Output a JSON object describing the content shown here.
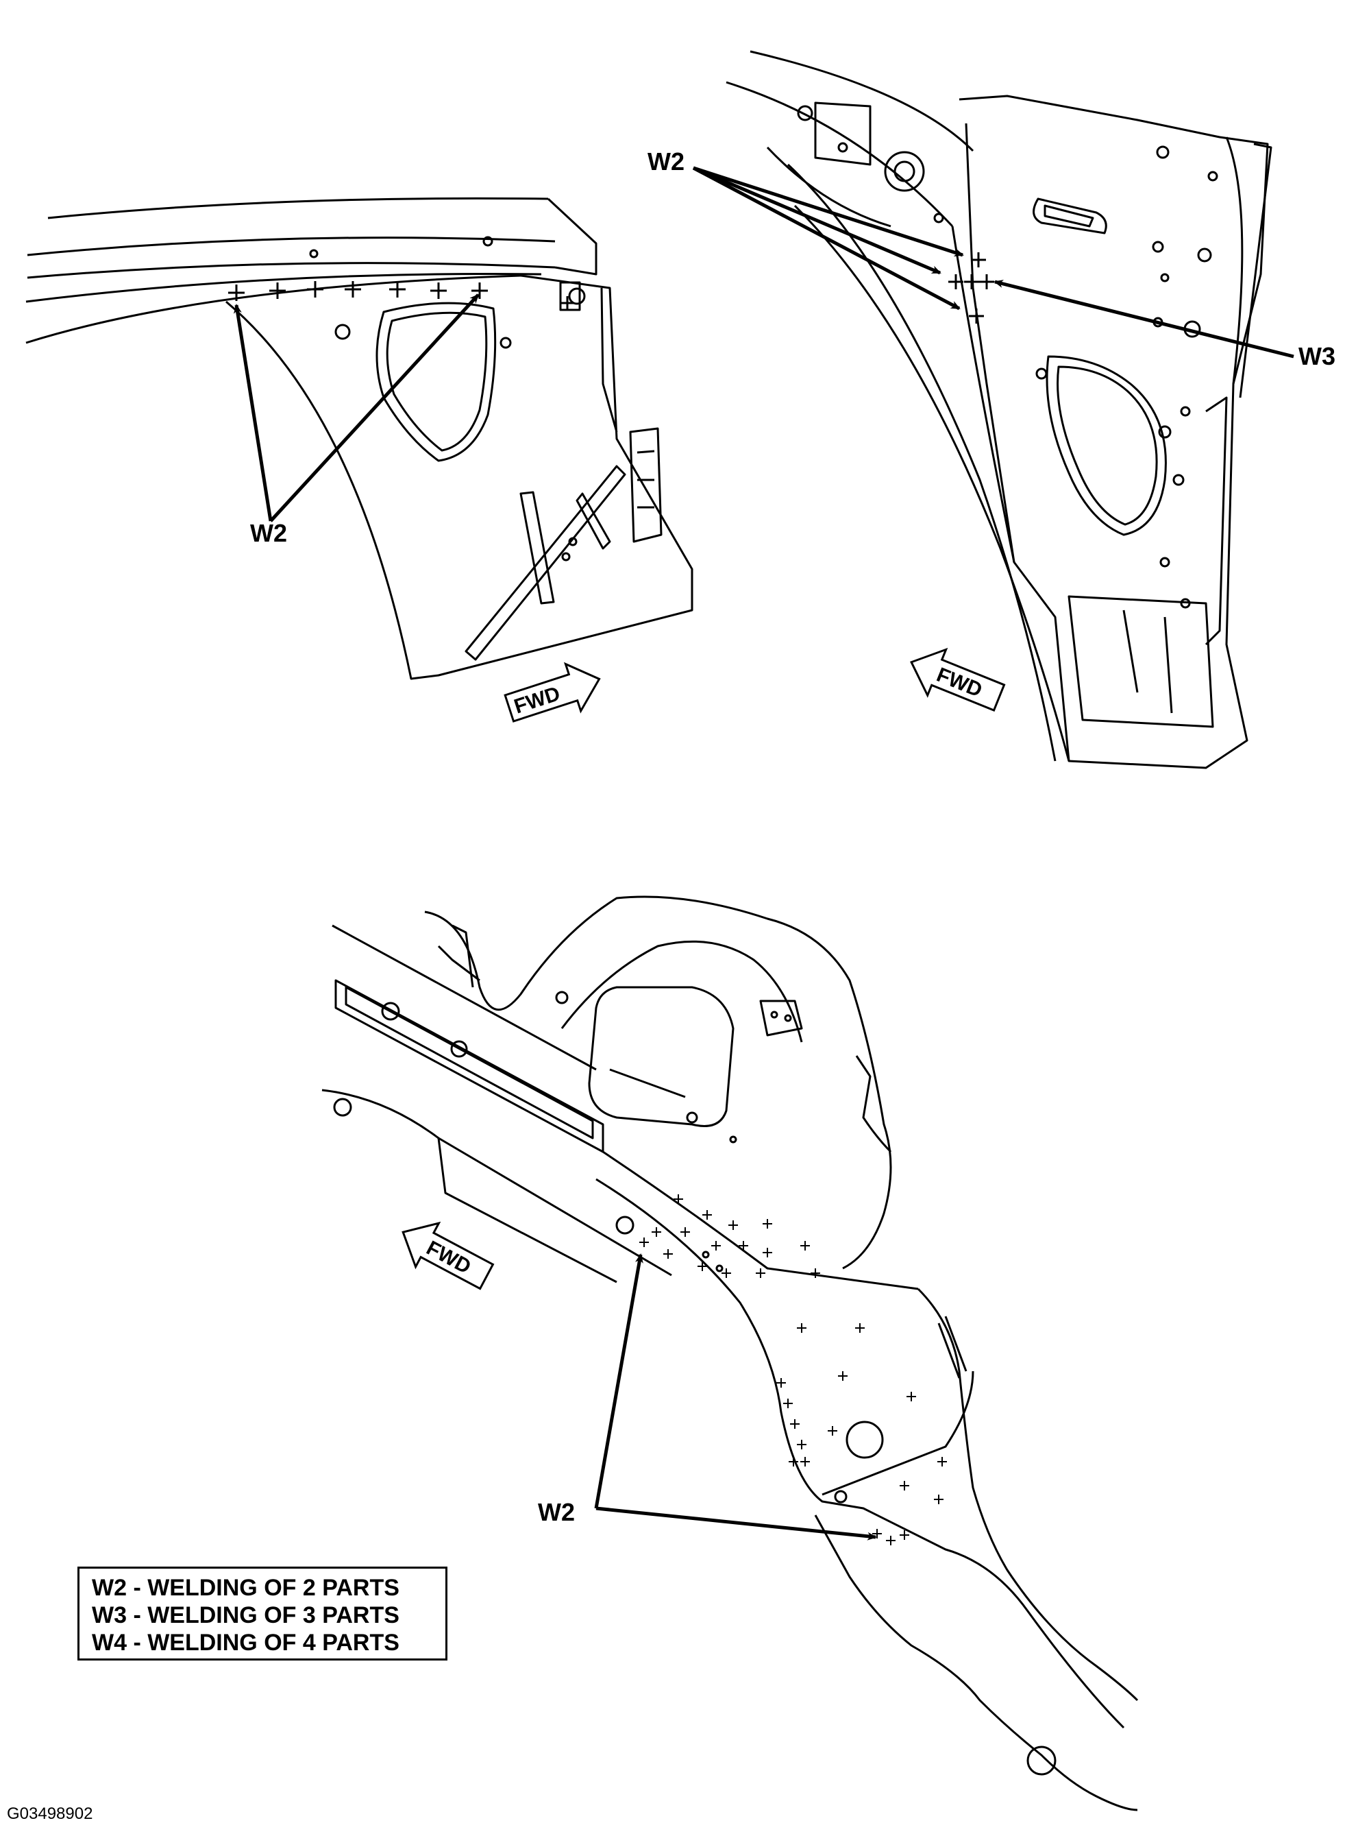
{
  "callouts": {
    "top_left_w2": "W2",
    "top_right_w2": "W2",
    "top_right_w3": "W3",
    "bottom_w2": "W2"
  },
  "fwd_labels": {
    "top_left": "FWD",
    "top_right": "FWD",
    "bottom": "FWD"
  },
  "legend": {
    "items": [
      "W2 - WELDING OF 2 PARTS",
      "W3 - WELDING OF 3 PARTS",
      "W4 - WELDING OF 4 PARTS"
    ]
  },
  "figure_id": "G03498902"
}
